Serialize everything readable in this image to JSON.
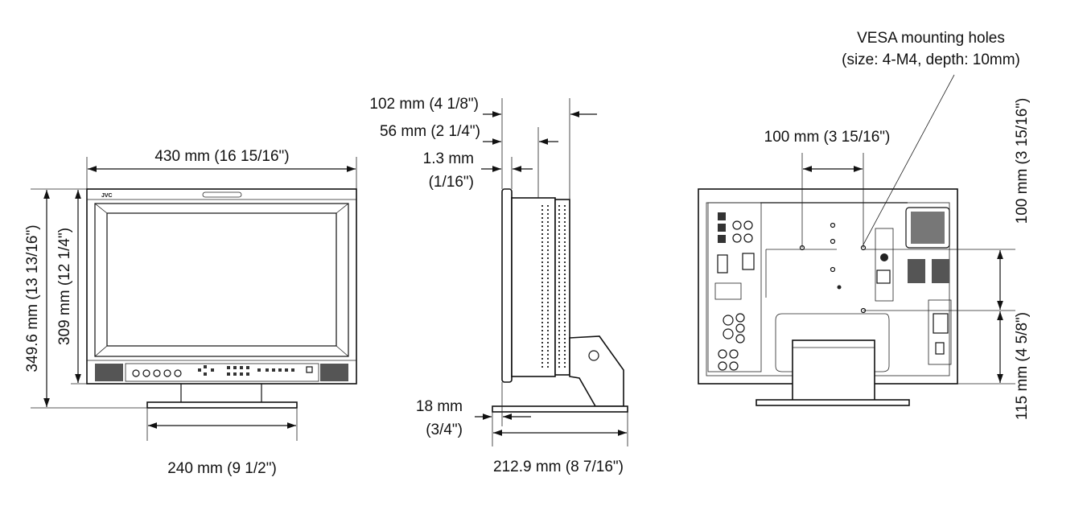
{
  "front_view": {
    "width": "430 mm (16 15/16\")",
    "height_total": "349.6 mm (13 13/16\")",
    "height_panel": "309 mm (12 1/4\")",
    "stand_width": "240 mm (9 1/2\")",
    "logo": "JVC"
  },
  "side_view": {
    "depth_total": "102 mm (4 1/8\")",
    "depth_body": "56 mm (2 1/4\")",
    "bezel_line1": "1.3 mm",
    "bezel_line2": "(1/16\")",
    "stand_offset_line1": "18 mm",
    "stand_offset_line2": "(3/4\")",
    "stand_depth": "212.9 mm (8 7/16\")"
  },
  "rear_view": {
    "vesa_line1": "VESA mounting holes",
    "vesa_line2": "(size: 4-M4, depth: 10mm)",
    "vesa_horizontal": "100 mm (3 15/16\")",
    "vesa_vertical": "100 mm (3 15/16\")",
    "vesa_height": "115 mm (4 5/8\")"
  }
}
